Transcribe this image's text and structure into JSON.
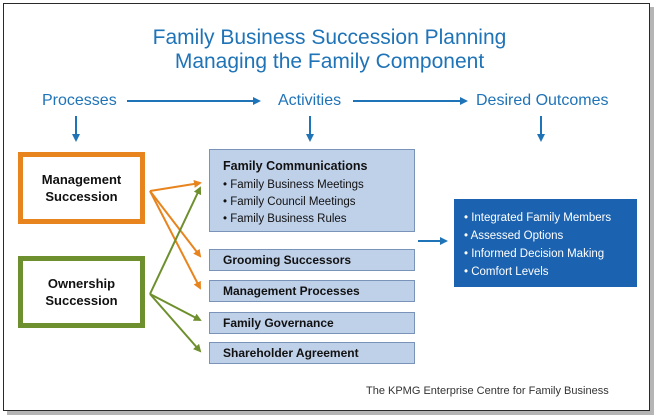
{
  "title": {
    "line1": "Family Business Succession Planning",
    "line2": "Managing the Family Component"
  },
  "stages": {
    "processes": "Processes",
    "activities": "Activities",
    "outcomes": "Desired Outcomes"
  },
  "processes": {
    "management": [
      "Management",
      "Succession"
    ],
    "ownership": [
      "Ownership",
      "Succession"
    ]
  },
  "activities": {
    "communications": {
      "title": "Family Communications",
      "items": [
        "• Family Business Meetings",
        "• Family Council Meetings",
        "• Family Business Rules"
      ]
    },
    "grooming": "Grooming Successors",
    "management_processes": "Management Processes",
    "governance": "Family Governance",
    "shareholder": "Shareholder Agreement"
  },
  "outcomes": {
    "items": [
      "• Integrated Family Members",
      "• Assessed Options",
      "• Informed Decision Making",
      "• Comfort Levels"
    ]
  },
  "footer": "The KPMG Enterprise Centre for Family Business",
  "colors": {
    "blue": "#1f73b7",
    "orange": "#e8841d",
    "green": "#6e8f2d",
    "activity_fill": "#bfd0e9",
    "outcome_fill": "#1b62b0"
  }
}
